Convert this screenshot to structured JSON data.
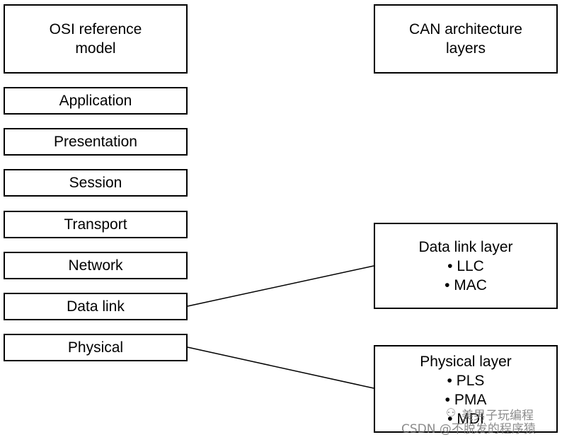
{
  "osi": {
    "header": "OSI reference model",
    "layers": [
      "Application",
      "Presentation",
      "Session",
      "Transport",
      "Network",
      "Data link",
      "Physical"
    ]
  },
  "can": {
    "header": "CAN architecture layers",
    "data_link": {
      "title": "Data link layer",
      "items": [
        "LLC",
        "MAC"
      ]
    },
    "physical": {
      "title": "Physical layer",
      "items": [
        "PLS",
        "PMA",
        "MDI"
      ]
    }
  },
  "watermark": {
    "line1": "美男子玩编程",
    "line2": "CSDN @不脱发的程序猿",
    "icon": "wechat-icon"
  }
}
